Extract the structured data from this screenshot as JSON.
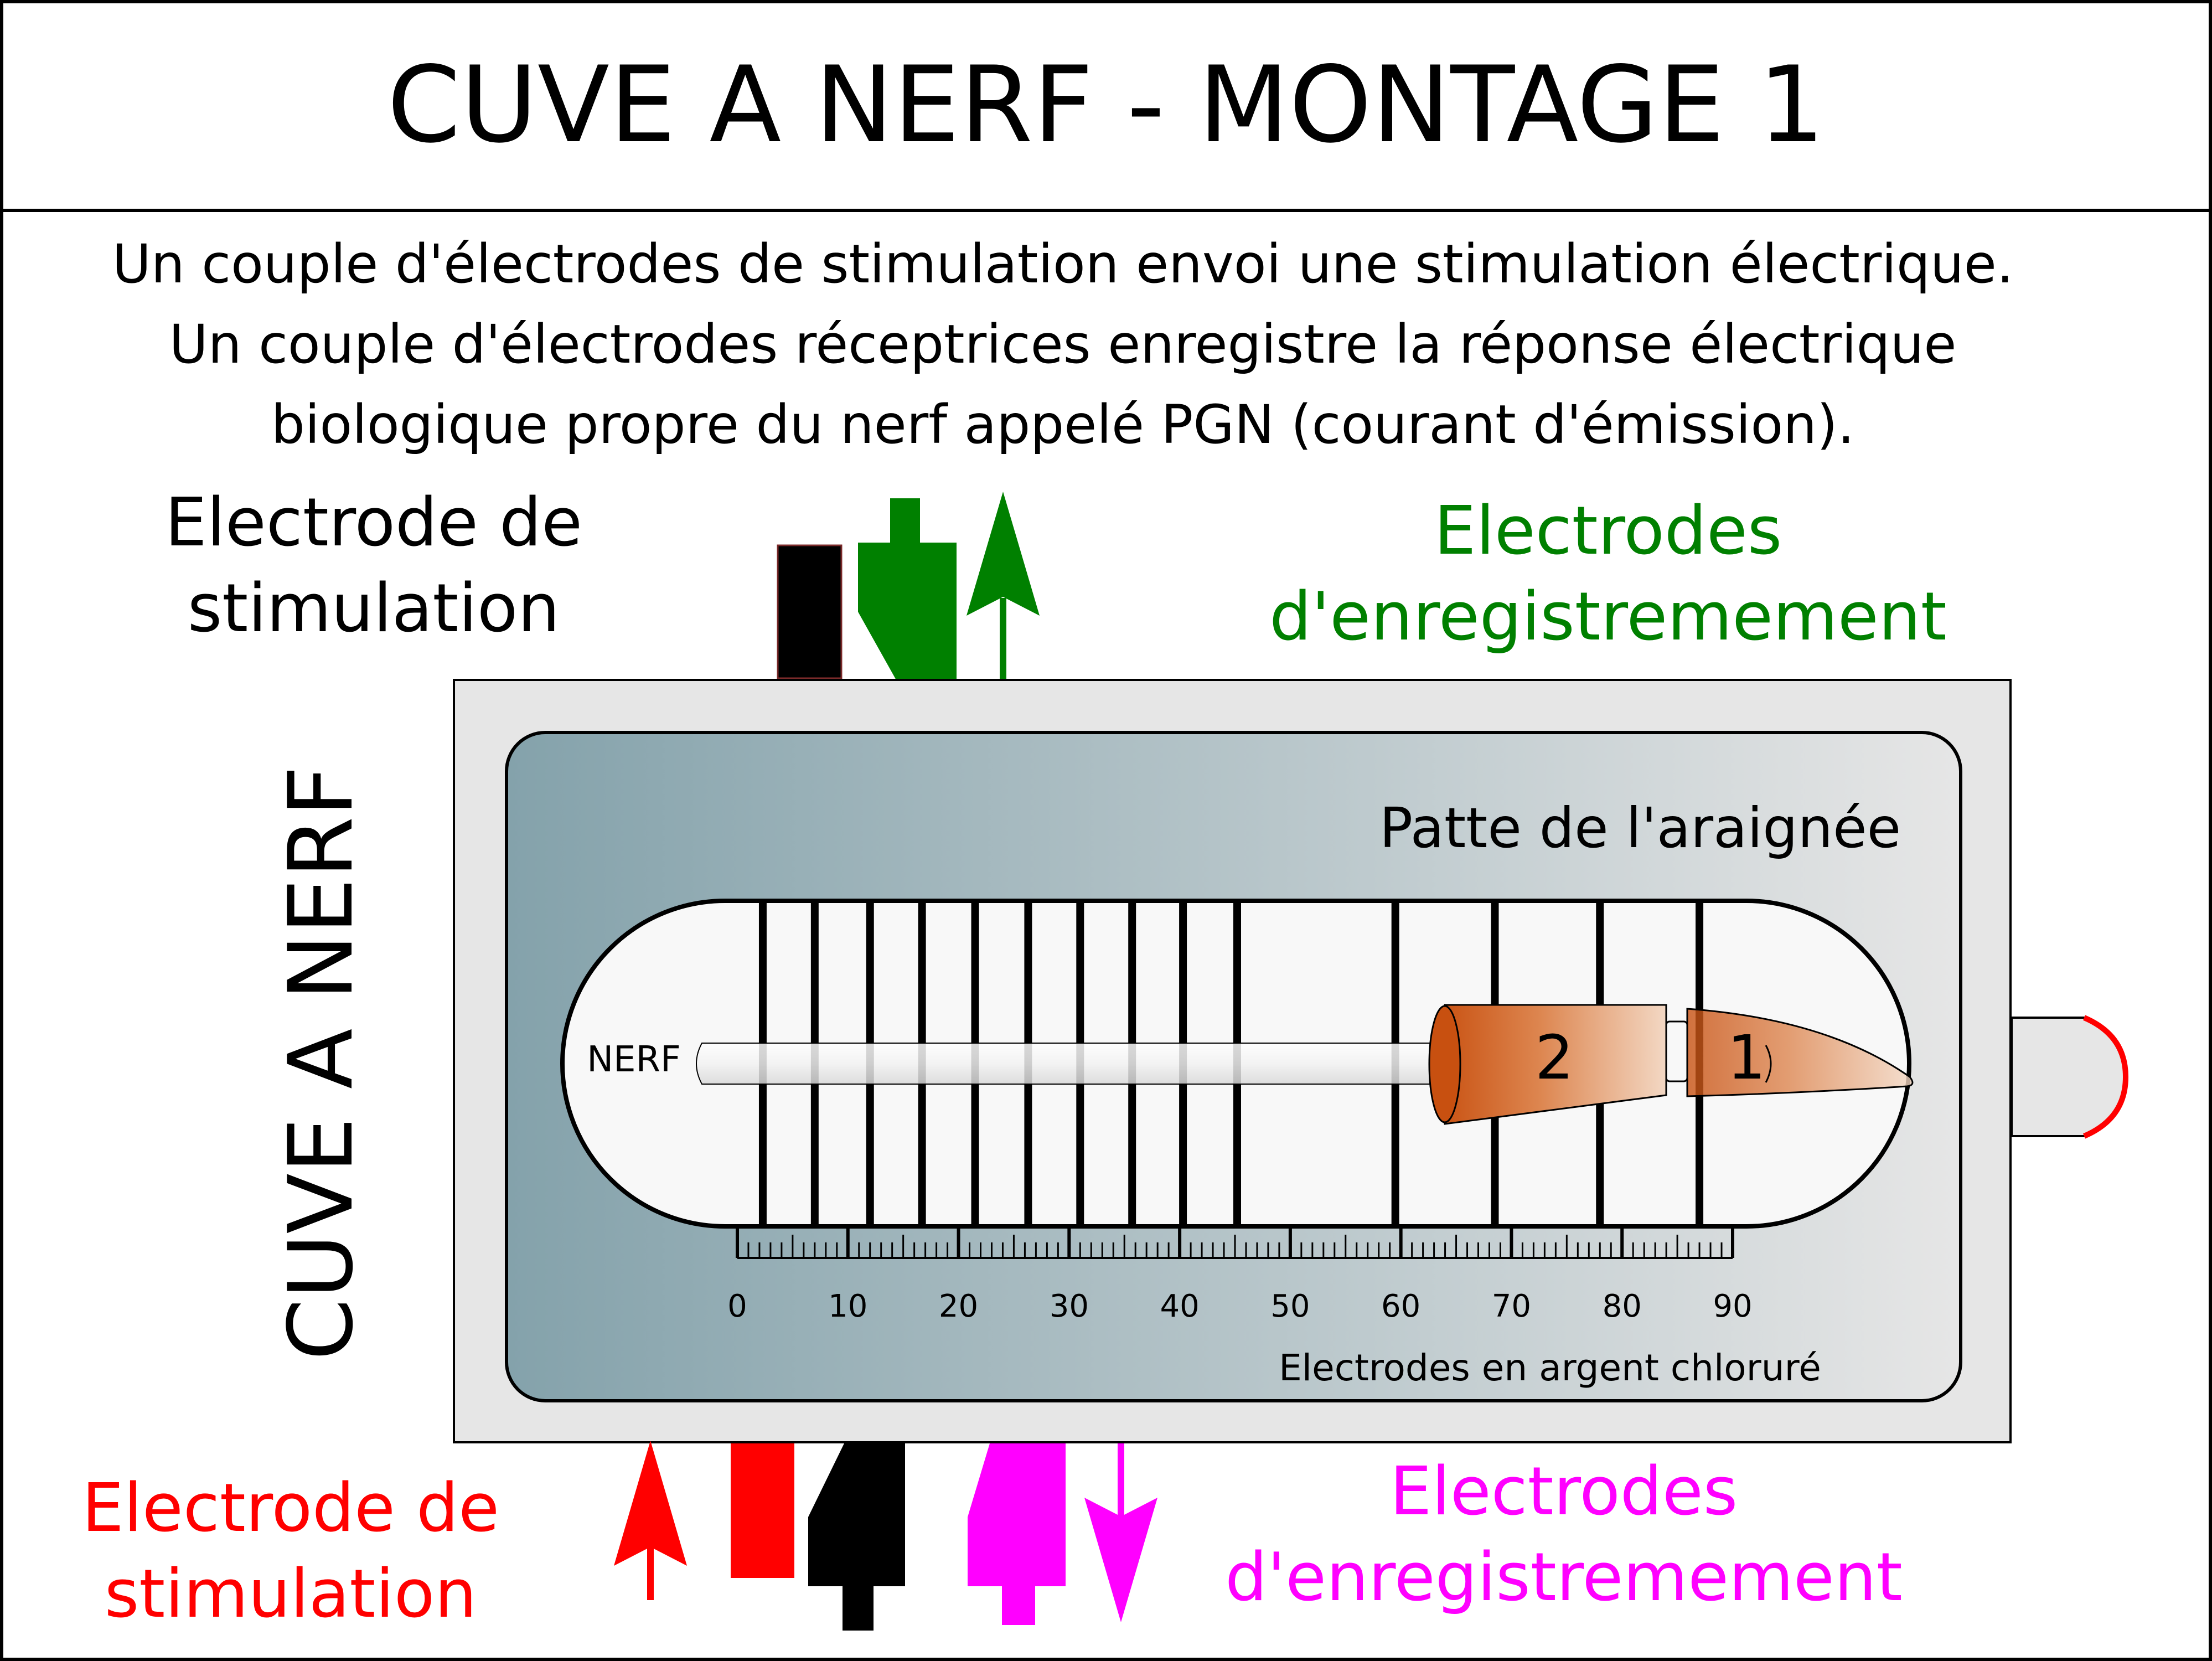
{
  "title": "CUVE A NERF - MONTAGE 1",
  "description": {
    "line1": "Un couple d'électrodes de stimulation envoi une stimulation électrique.",
    "line2": "Un couple d'électrodes réceptrices enregistre la réponse électrique",
    "line3": "biologique propre du nerf appelé PGN (courant d'émission)."
  },
  "labels": {
    "stim_top_line1": "Electrode de",
    "stim_top_line2": "stimulation",
    "rec_top_line1": "Electrodes",
    "rec_top_line2": "d'enregistremement",
    "stim_bottom_line1": "Electrode de",
    "stim_bottom_line2": "stimulation",
    "rec_bottom_line1": "Electrodes",
    "rec_bottom_line2": "d'enregistremement",
    "vertical": "CUVE A NERF",
    "leg": "Patte de l'araignée",
    "nerve": "NERF",
    "segment_2": "2",
    "segment_1": "1",
    "electrodes": "Electrodes en argent chloruré"
  },
  "scale": {
    "min": 0,
    "max": 90,
    "tick_labels": [
      "0",
      "10",
      "20",
      "30",
      "40",
      "50",
      "60",
      "70",
      "80",
      "90"
    ]
  },
  "electrode_positions": [
    2.3,
    7.0,
    12.0,
    16.7,
    21.5,
    26.3,
    31.0,
    35.7,
    40.3,
    45.2,
    59.5,
    68.5,
    78.0,
    87.0
  ],
  "colors": {
    "green": "#008000",
    "red": "#ff0000",
    "magenta": "#ff00ff",
    "black": "#000000",
    "tub": "#e6e6e6",
    "leg": "#d45500"
  }
}
